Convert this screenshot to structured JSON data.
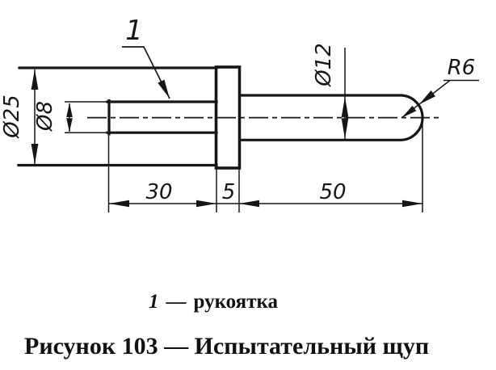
{
  "drawing": {
    "ink_color": "#161616",
    "paper_color": "#ffffff",
    "callout": {
      "number": "1"
    },
    "dims": {
      "handle_diameter": "Ø25",
      "inner_rod_diameter": "Ø8",
      "probe_diameter": "Ø12",
      "tip_radius": "R6",
      "handle_length": "30",
      "flange_length": "5",
      "probe_length": "50"
    },
    "legend": {
      "number": "1",
      "separator": "—",
      "name": "рукоятка"
    },
    "caption": "Рисунок 103 — Испытательный щуп"
  }
}
